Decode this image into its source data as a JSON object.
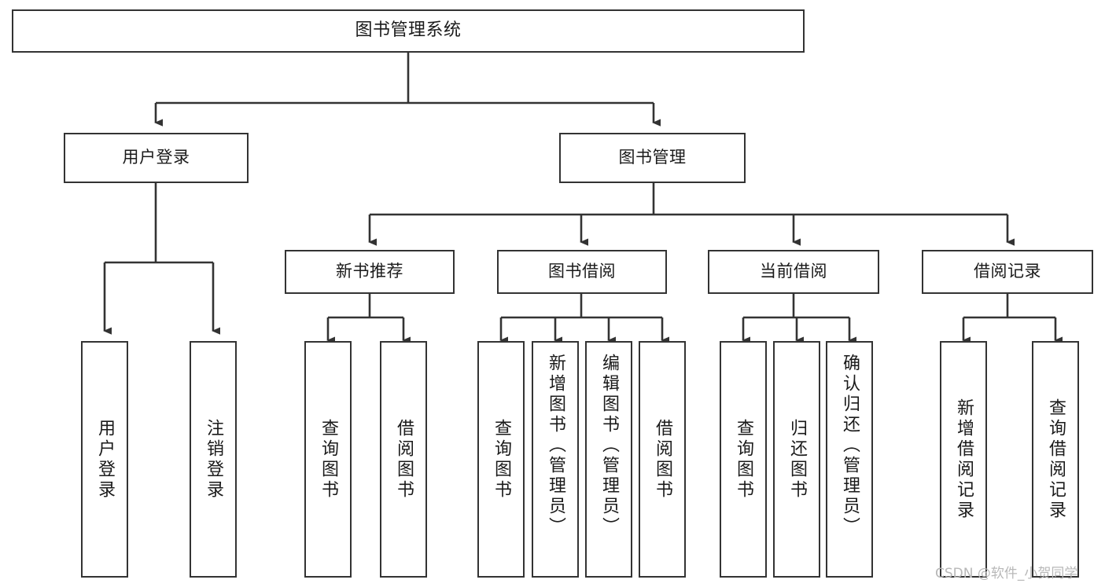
{
  "diagram": {
    "type": "tree",
    "title": "图书管理系统",
    "orientation": "top-down",
    "colors": {
      "box_border": "#333333",
      "box_fill": "#ffffff",
      "connector": "#333333",
      "text": "#1a1a1a",
      "watermark": "#b8b8b8",
      "background": "#ffffff"
    }
  },
  "root": {
    "label": "图书管理系统"
  },
  "level2": [
    {
      "label": "用户登录"
    },
    {
      "label": "图书管理"
    }
  ],
  "level3": [
    {
      "label": "新书推荐"
    },
    {
      "label": "图书借阅"
    },
    {
      "label": "当前借阅"
    },
    {
      "label": "借阅记录"
    }
  ],
  "leaves": {
    "user_login": [
      {
        "label": "用户登录"
      },
      {
        "label": "注销登录"
      }
    ],
    "new_book": [
      {
        "label": "查询图书"
      },
      {
        "label": "借阅图书"
      }
    ],
    "book_borrow": [
      {
        "label": "查询图书"
      },
      {
        "label": "新增图书（管理员）"
      },
      {
        "label": "编辑图书（管理员）"
      },
      {
        "label": "借阅图书"
      }
    ],
    "current_borrow": [
      {
        "label": "查询图书"
      },
      {
        "label": "归还图书"
      },
      {
        "label": "确认归还（管理员）"
      }
    ],
    "borrow_record": [
      {
        "label": "新增借阅记录"
      },
      {
        "label": "查询借阅记录"
      }
    ]
  },
  "watermark": {
    "text": "CSDN @软件_小贺同学"
  }
}
